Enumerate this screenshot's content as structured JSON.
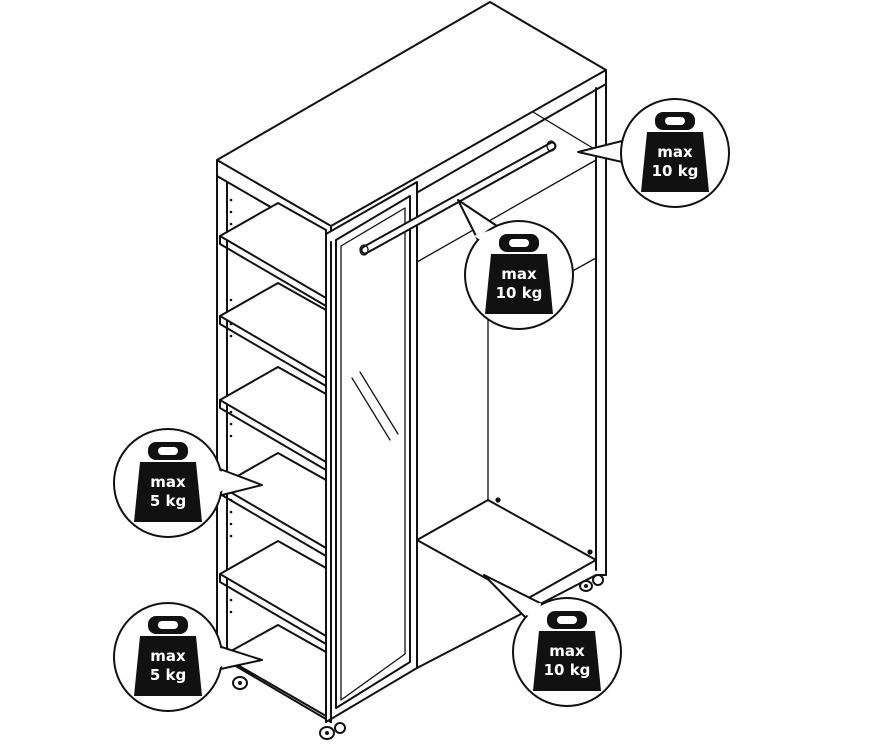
{
  "callouts": [
    {
      "id": "rail",
      "label_top": "max",
      "label_bottom": "10 kg"
    },
    {
      "id": "top-shelf",
      "label_top": "max",
      "label_bottom": "10 kg"
    },
    {
      "id": "side-shelf",
      "label_top": "max",
      "label_bottom": "5 kg"
    },
    {
      "id": "bottom-shelf",
      "label_top": "max",
      "label_bottom": "5 kg"
    },
    {
      "id": "floor",
      "label_top": "max",
      "label_bottom": "10 kg"
    }
  ]
}
